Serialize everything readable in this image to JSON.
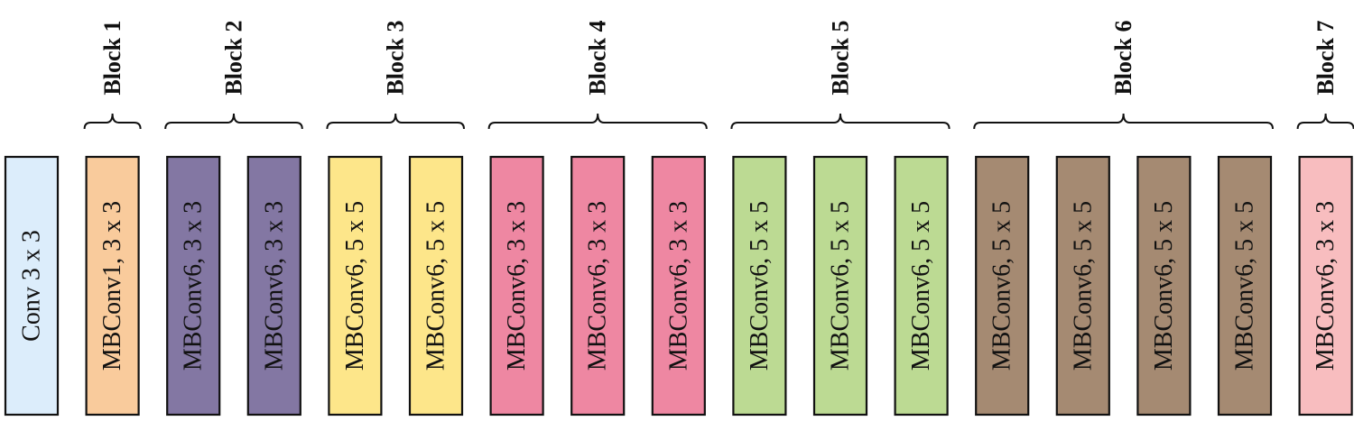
{
  "layers": [
    {
      "label": "Conv 3 x 3",
      "color": "#dcedfb"
    },
    {
      "label": "MBConv1, 3 x 3",
      "color": "#f9cb9c"
    },
    {
      "label": "MBConv6, 3 x 3",
      "color": "#8377a3"
    },
    {
      "label": "MBConv6, 3 x 3",
      "color": "#8377a3"
    },
    {
      "label": "MBConv6, 5 x 5",
      "color": "#fde68a"
    },
    {
      "label": "MBConv6, 5 x 5",
      "color": "#fde68a"
    },
    {
      "label": "MBConv6, 3 x 3",
      "color": "#ee87a2"
    },
    {
      "label": "MBConv6, 3 x 3",
      "color": "#ee87a2"
    },
    {
      "label": "MBConv6, 3 x 3",
      "color": "#ee87a2"
    },
    {
      "label": "MBConv6, 5 x 5",
      "color": "#bcda93"
    },
    {
      "label": "MBConv6, 5 x 5",
      "color": "#bcda93"
    },
    {
      "label": "MBConv6, 5 x 5",
      "color": "#bcda93"
    },
    {
      "label": "MBConv6, 5 x 5",
      "color": "#a58a72"
    },
    {
      "label": "MBConv6, 5 x 5",
      "color": "#a58a72"
    },
    {
      "label": "MBConv6, 5 x 5",
      "color": "#a58a72"
    },
    {
      "label": "MBConv6, 5 x 5",
      "color": "#a58a72"
    },
    {
      "label": "MBConv6, 3 x 3",
      "color": "#f8bdbf"
    }
  ],
  "blocks": [
    {
      "label": "Block 1",
      "layer_indices": [
        1
      ]
    },
    {
      "label": "Block 2",
      "layer_indices": [
        2,
        3
      ]
    },
    {
      "label": "Block 3",
      "layer_indices": [
        4,
        5
      ]
    },
    {
      "label": "Block 4",
      "layer_indices": [
        6,
        7,
        8
      ]
    },
    {
      "label": "Block 5",
      "layer_indices": [
        9,
        10,
        11
      ]
    },
    {
      "label": "Block 6",
      "layer_indices": [
        12,
        13,
        14,
        15
      ]
    },
    {
      "label": "Block 7",
      "layer_indices": [
        16
      ]
    }
  ]
}
